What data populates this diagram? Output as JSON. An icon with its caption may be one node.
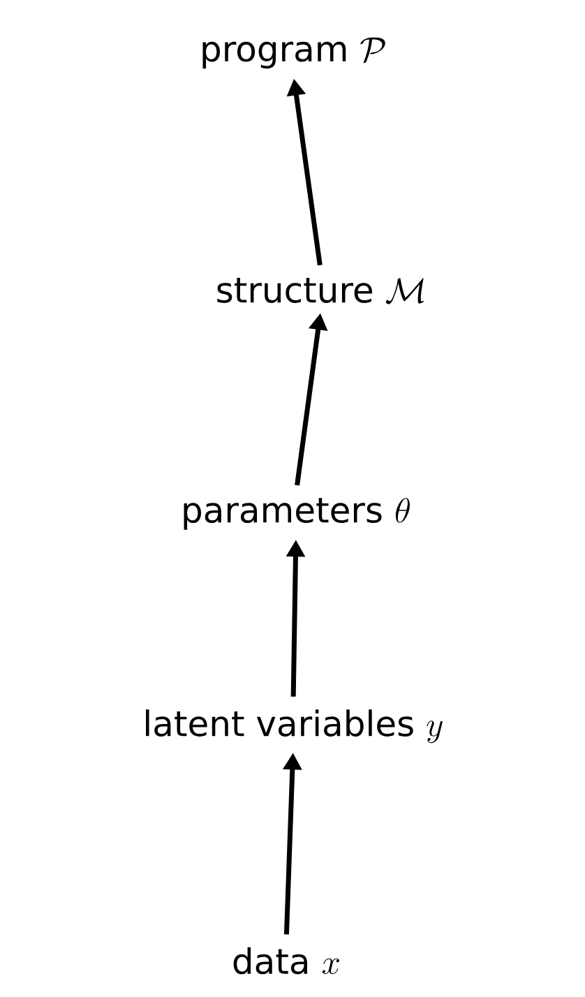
{
  "diagram": {
    "nodes": [
      {
        "text": [
          "program",
          "\\mathcal{P}"
        ]
      },
      {
        "text": [
          "structure",
          "\\mathcal{M}"
        ]
      },
      {
        "text": [
          "parameters",
          "\\theta"
        ]
      },
      {
        "text": [
          "latent variables",
          "y"
        ]
      },
      {
        "text": [
          "data",
          "x"
        ]
      }
    ],
    "edges": [
      {
        "from": 1,
        "to": 0,
        "arrow": "to"
      },
      {
        "from": 2,
        "to": 1,
        "arrow": "to"
      },
      {
        "from": 3,
        "to": 2,
        "arrow": "to"
      },
      {
        "from": 4,
        "to": 3,
        "arrow": "to"
      }
    ]
  }
}
